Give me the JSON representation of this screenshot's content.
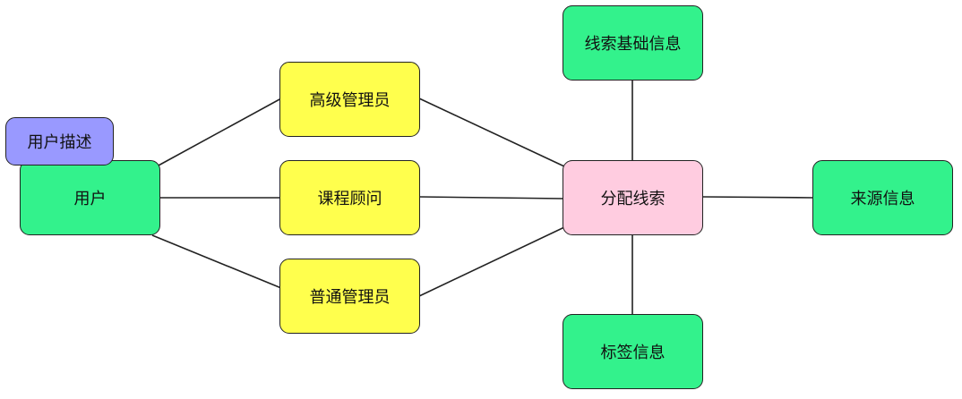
{
  "colors": {
    "green": "#33f28c",
    "yellow": "#ffff4d",
    "pink": "#ffcce0",
    "purple": "#9999ff",
    "line": "#222222"
  },
  "nodes": {
    "user": {
      "label": "用户",
      "color": "green"
    },
    "user_desc": {
      "label": "用户描述",
      "color": "purple"
    },
    "senior_admin": {
      "label": "高级管理员",
      "color": "yellow"
    },
    "course_advisor": {
      "label": "课程顾问",
      "color": "yellow"
    },
    "normal_admin": {
      "label": "普通管理员",
      "color": "yellow"
    },
    "assign_leads": {
      "label": "分配线索",
      "color": "pink"
    },
    "lead_base_info": {
      "label": "线索基础信息",
      "color": "green"
    },
    "source_info": {
      "label": "来源信息",
      "color": "green"
    },
    "tag_info": {
      "label": "标签信息",
      "color": "green"
    }
  },
  "edges": [
    {
      "from": "user",
      "to": "senior_admin"
    },
    {
      "from": "user",
      "to": "course_advisor"
    },
    {
      "from": "user",
      "to": "normal_admin"
    },
    {
      "from": "senior_admin",
      "to": "assign_leads"
    },
    {
      "from": "course_advisor",
      "to": "assign_leads"
    },
    {
      "from": "normal_admin",
      "to": "assign_leads"
    },
    {
      "from": "assign_leads",
      "to": "lead_base_info"
    },
    {
      "from": "assign_leads",
      "to": "source_info"
    },
    {
      "from": "assign_leads",
      "to": "tag_info"
    }
  ]
}
